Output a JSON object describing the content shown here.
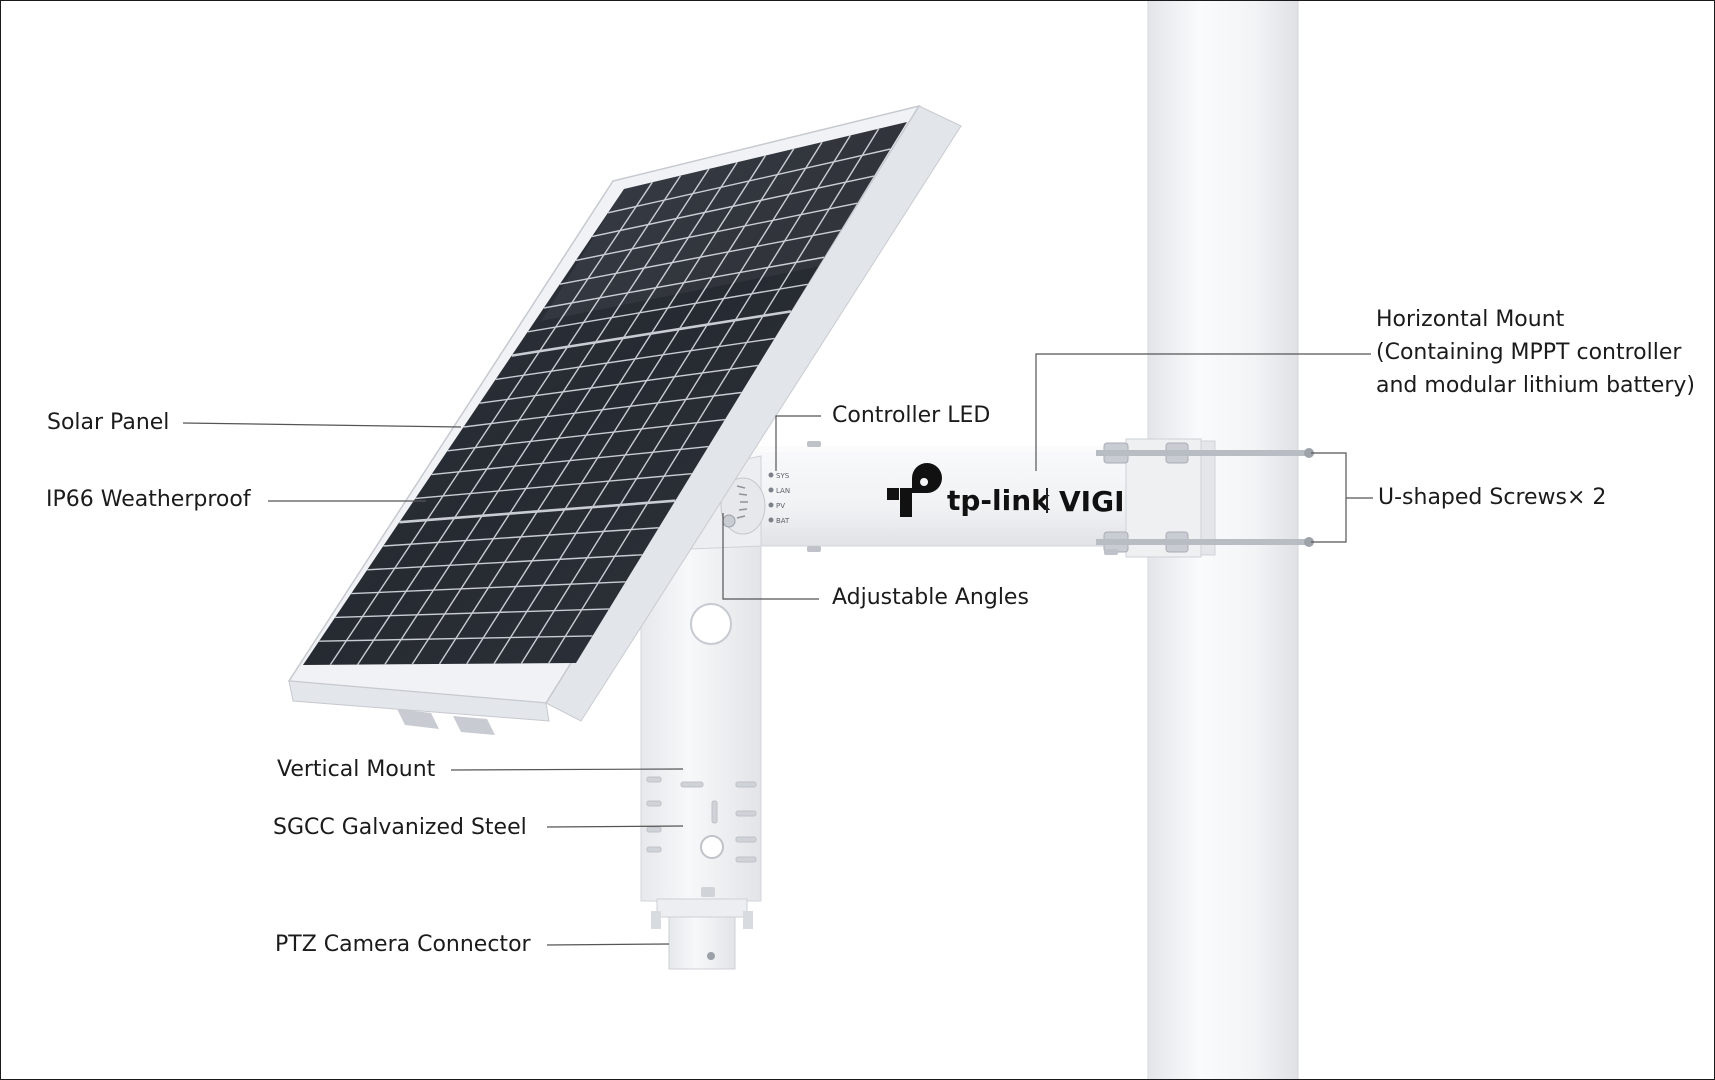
{
  "brand": {
    "company": "tp-link",
    "product_line": "VIGI"
  },
  "led_indicators": [
    "SYS",
    "LAN",
    "PV",
    "BAT"
  ],
  "callouts": {
    "solar_panel": "Solar Panel",
    "ip66": "IP66 Weatherproof",
    "controller_led": "Controller LED",
    "adjustable_angles": "Adjustable Angles",
    "horizontal_mount_line1": "Horizontal Mount",
    "horizontal_mount_line2": "(Containing MPPT controller",
    "horizontal_mount_line3": "and modular lithium battery)",
    "u_screws": "U-shaped Screws× 2",
    "vertical_mount": "Vertical Mount",
    "sgcc_steel": "SGCC Galvanized Steel",
    "ptz_connector": "PTZ Camera Connector"
  },
  "colors": {
    "panel_cell": "#2b2f36",
    "panel_frame": "#eef0f3",
    "mount_white": "#f4f5f7",
    "pole": "#f1f2f4",
    "leader_line": "#555555",
    "text": "#1b1b1b"
  }
}
